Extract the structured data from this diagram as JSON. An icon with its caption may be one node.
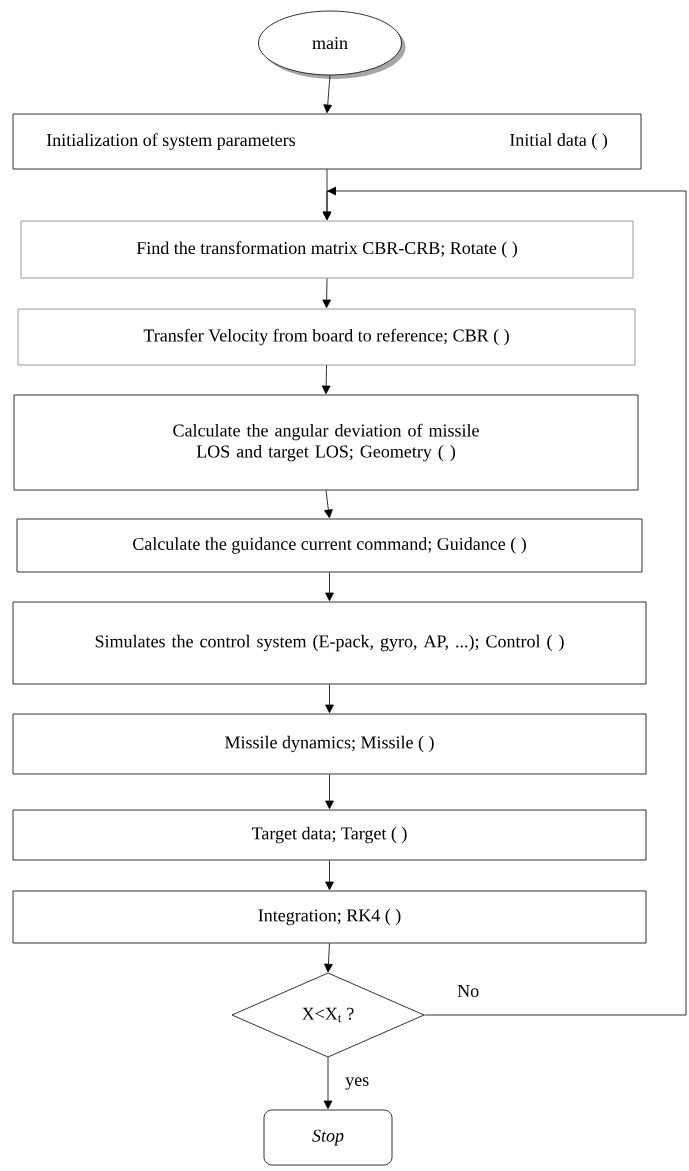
{
  "diagram": {
    "nodes": [
      {
        "text": [
          "main"
        ]
      },
      {
        "text": [
          "Initialization of system parameters",
          "Initial data ( )"
        ]
      },
      {
        "text": [
          "Find the transformation matrix CBR-CRB; Rotate ( )"
        ]
      },
      {
        "text": [
          "Transfer Velocity from board to reference; CBR ( )"
        ]
      },
      {
        "text": [
          "Calculate the angular deviation of missile LOS and target LOS; Geometry ( )"
        ]
      },
      {
        "text": [
          "Calculate the guidance current command; Guidance ( )"
        ]
      },
      {
        "text": [
          "Simulates the control system (E-pack, gyro, AP, ...); Control ( )"
        ]
      },
      {
        "text": [
          "Missile dynamics; Missile ( )"
        ]
      },
      {
        "text": [
          "Target data; Target ( )"
        ]
      },
      {
        "text": [
          "Integration; RK4 ( )"
        ]
      },
      {
        "text": [
          "X<X$_{t}$ ?"
        ]
      },
      {
        "text": [
          "Stop"
        ]
      }
    ],
    "edges": [
      {
        "from": 0,
        "to": 1,
        "arrow": "to"
      },
      {
        "from": 1,
        "to": 2,
        "arrow": "to"
      },
      {
        "from": 2,
        "to": 3,
        "arrow": "to"
      },
      {
        "from": 3,
        "to": 4,
        "arrow": "to"
      },
      {
        "from": 4,
        "to": 5,
        "arrow": "to"
      },
      {
        "from": 5,
        "to": 6,
        "arrow": "to"
      },
      {
        "from": 6,
        "to": 7,
        "arrow": "to"
      },
      {
        "from": 7,
        "to": 8,
        "arrow": "to"
      },
      {
        "from": 8,
        "to": 9,
        "arrow": "to"
      },
      {
        "from": 9,
        "to": 10,
        "arrow": "to"
      },
      {
        "from": 10,
        "to": 11,
        "arrow": "to",
        "label": "yes"
      },
      {
        "from": 10,
        "to": 2,
        "arrow": "to",
        "label": "No"
      }
    ]
  }
}
